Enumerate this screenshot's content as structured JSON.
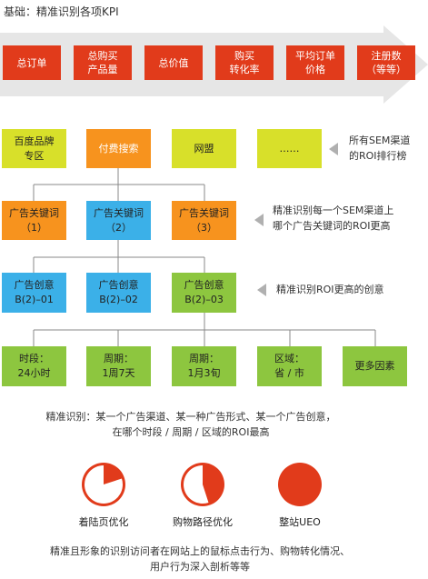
{
  "title": "基础：精准识别各项KPI",
  "kpis": [
    {
      "line1": "总订单",
      "line2": ""
    },
    {
      "line1": "总购买",
      "line2": "产品量"
    },
    {
      "line1": "总价值",
      "line2": ""
    },
    {
      "line1": "购买",
      "line2": "转化率"
    },
    {
      "line1": "平均订单",
      "line2": "价格"
    },
    {
      "line1": "注册数",
      "line2": "（等等）"
    }
  ],
  "channels": [
    {
      "line1": "百度品牌",
      "line2": "专区"
    },
    {
      "line1": "付费搜索",
      "line2": ""
    },
    {
      "line1": "网盟",
      "line2": ""
    },
    {
      "line1": "……",
      "line2": ""
    }
  ],
  "keywords": [
    {
      "line1": "广告关键词",
      "line2": "（1）"
    },
    {
      "line1": "广告关键词",
      "line2": "（2）"
    },
    {
      "line1": "广告关键词",
      "line2": "（3）"
    }
  ],
  "creatives": [
    {
      "line1": "广告创意",
      "line2": "B(2)–01"
    },
    {
      "line1": "广告创意",
      "line2": "B(2)–02"
    },
    {
      "line1": "广告创意",
      "line2": "B(2)–03"
    }
  ],
  "factors": [
    {
      "line1": "时段：",
      "line2": "24小时"
    },
    {
      "line1": "周期：",
      "line2": "1周7天"
    },
    {
      "line1": "周期：",
      "line2": "1月3旬"
    },
    {
      "line1": "区域：",
      "line2": "省 / 市"
    },
    {
      "line1": "更多因素",
      "line2": ""
    }
  ],
  "notes": {
    "channels": {
      "line1": "所有SEM渠道",
      "line2": "的ROI排行榜"
    },
    "keywords": {
      "line1": "精准识别每一个SEM渠道上",
      "line2": "哪个广告关键词的ROI更高"
    },
    "creatives": {
      "line1": "精准识别ROI更高的创意",
      "line2": ""
    }
  },
  "summary": {
    "line1": "精准识别：某一个广告渠道、某一种广告形式、某一个广告创意，",
    "line2": "在哪个时段 / 周期 / 区域的ROI最高"
  },
  "pies": [
    {
      "label": "着陆页优化",
      "fraction": 0.2
    },
    {
      "label": "购物路径优化",
      "fraction": 0.45
    },
    {
      "label": "整站UEO",
      "fraction": 1.0
    }
  ],
  "footer": {
    "line1": "精准且形象的识别访问者在网站上的鼠标点击行为、购物转化情况、",
    "line2": "用户行为深入剖析等等"
  },
  "colors": {
    "kpi_red": "#e13b1b",
    "lime": "#d8e02a",
    "orange": "#f7931e",
    "blue": "#3bb0e8",
    "green": "#8dc63f",
    "pie_red": "#e13b1b",
    "band_gray": "#e6e6e6",
    "note_arrow": "#b0b0b0"
  }
}
